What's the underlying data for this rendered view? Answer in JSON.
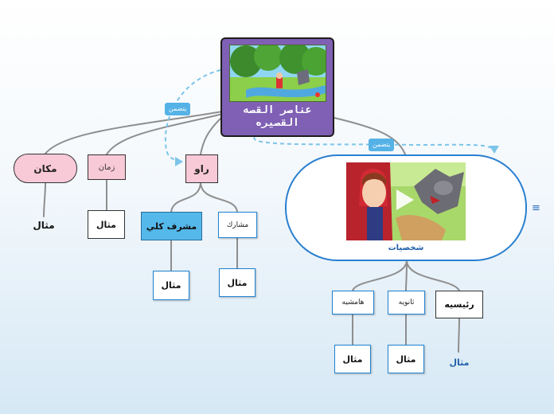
{
  "root": {
    "title": "عناصر القصه القصيره"
  },
  "connectors": {
    "left_label": "يتضمن",
    "right_label": "يتضمن"
  },
  "place": {
    "label": "مكان",
    "example": "مثال"
  },
  "time": {
    "label": "زمان",
    "example": "مثال"
  },
  "narrator": {
    "label": "راو",
    "omniscient": {
      "label": "مشرف كلي",
      "example": "مثال"
    },
    "participant": {
      "label": "مشارك",
      "example": "مثال"
    }
  },
  "characters": {
    "label": "شخصيات",
    "main": {
      "label": "رئيسيه",
      "example": "مثال"
    },
    "secondary": {
      "label": "ثانويه",
      "example": "مثال"
    },
    "marginal": {
      "label": "هامشيه",
      "example": "مثال"
    }
  },
  "colors": {
    "root_fill": "#7f60b4",
    "pink_fill": "#f8c9d7",
    "blue_fill": "#55b8ea",
    "link_grey": "#8e8e8e",
    "dashed_link": "#7cc4e8"
  },
  "icons": {
    "menu": "hamburger-icon"
  }
}
